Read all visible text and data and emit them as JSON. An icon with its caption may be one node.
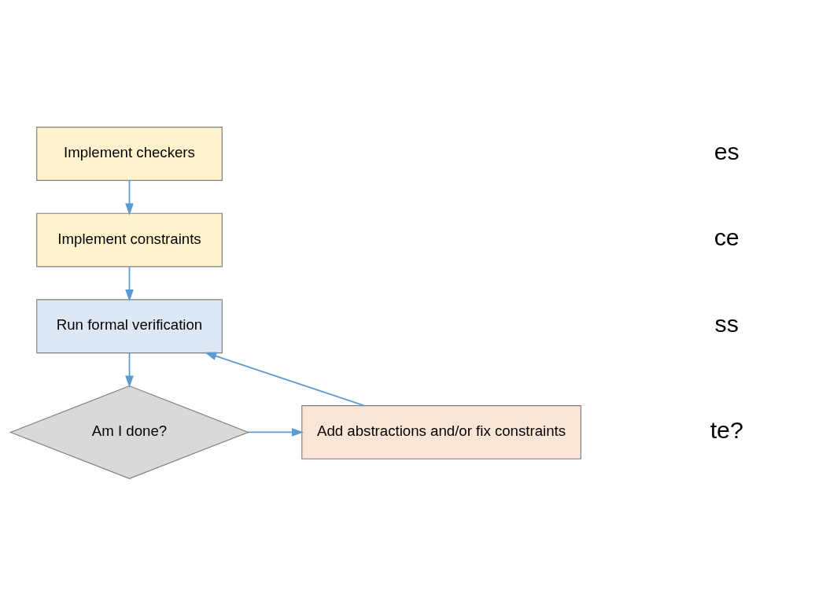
{
  "diagram": {
    "nodes": [
      {
        "text": [
          "Implement checkers"
        ]
      },
      {
        "text": [
          "Implement constraints"
        ]
      },
      {
        "text": [
          "Run formal verification"
        ]
      },
      {
        "text": [
          "Add abstractions and/or fix constraints"
        ]
      },
      {
        "text": [
          "Am I done?"
        ]
      }
    ],
    "edges": [
      {
        "from": 0,
        "to": 1,
        "arrow": "to"
      },
      {
        "from": 1,
        "to": 2,
        "arrow": "to"
      },
      {
        "from": 2,
        "to": 4,
        "arrow": "to"
      },
      {
        "from": 4,
        "to": 3,
        "arrow": "to"
      },
      {
        "from": 3,
        "to": 2,
        "arrow": "to"
      }
    ],
    "labels": [
      "es",
      "ce",
      "ss",
      "te?"
    ]
  }
}
